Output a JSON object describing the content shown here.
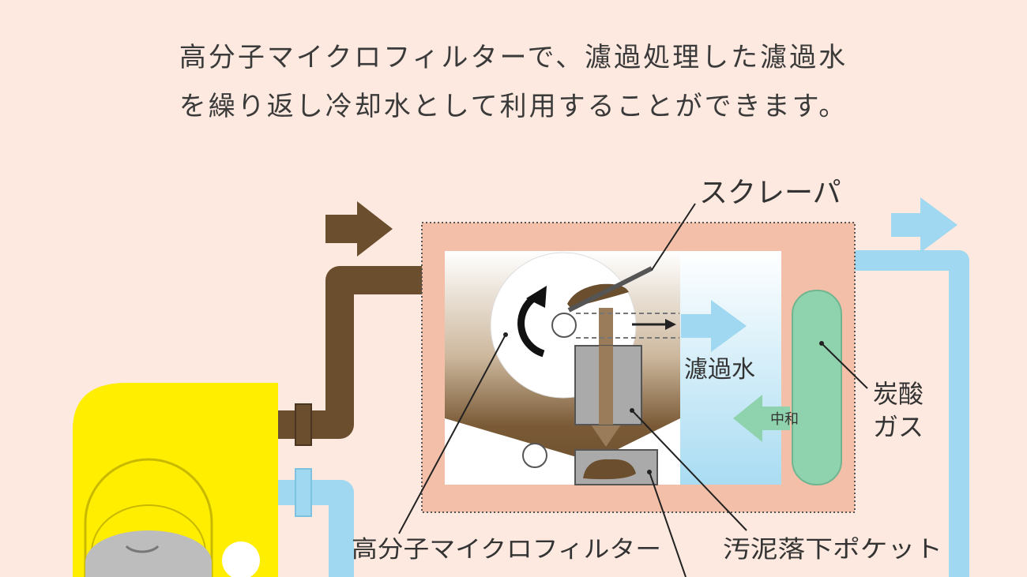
{
  "caption": {
    "line1": "高分子マイクロフィルターで、濾過処理した濾過水",
    "line2": "を繰り返し冷却水として利用することができます。"
  },
  "labels": {
    "scraper": "スクレーパ",
    "filtered_water": "濾過水",
    "carbonic_gas_line1": "炭酸",
    "carbonic_gas_line2": "ガス",
    "neutralize": "中和",
    "micro_filter": "高分子マイクロフィルター",
    "sludge_pocket": "汚泥落下ポケット"
  },
  "colors": {
    "background": "#fde9df",
    "dirty_water": "#6b4e2e",
    "clean_water": "#9fd8f0",
    "tank": "#f4bfa8",
    "gas_tank": "#8fd3ae",
    "machine": "#ffee00"
  }
}
